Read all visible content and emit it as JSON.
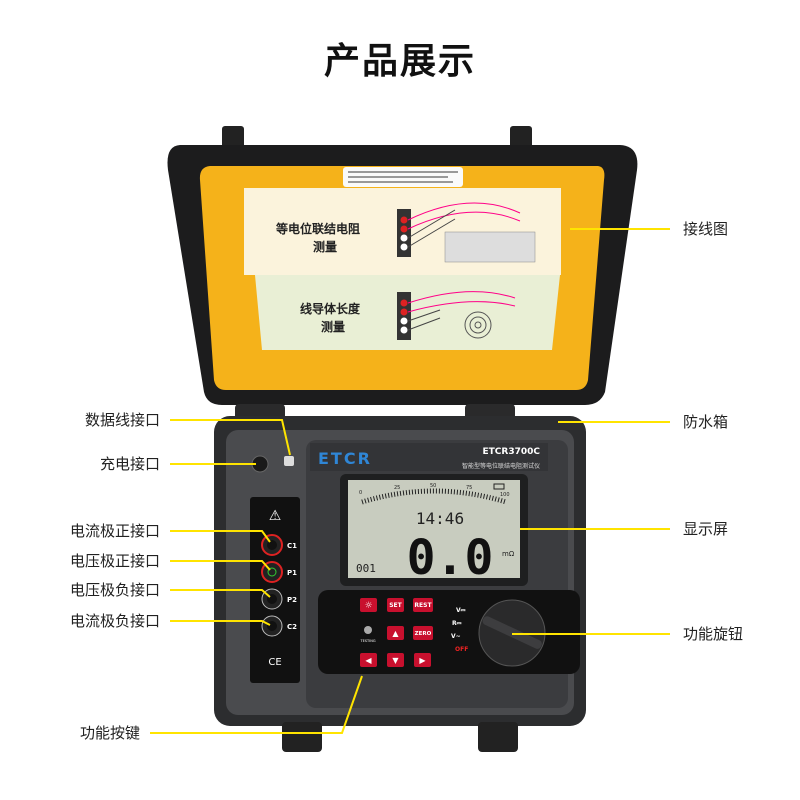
{
  "title": "产品展示",
  "callouts_left": [
    {
      "label": "数据线接口"
    },
    {
      "label": "充电接口"
    },
    {
      "label": "电流极正接口"
    },
    {
      "label": "电压极正接口"
    },
    {
      "label": "电压极负接口"
    },
    {
      "label": "电流极负接口"
    },
    {
      "label": "功能按键"
    }
  ],
  "callouts_right": [
    {
      "label": "接线图"
    },
    {
      "label": "防水箱"
    },
    {
      "label": "显示屏"
    },
    {
      "label": "功能旋钮"
    }
  ],
  "lid_panel": {
    "top_caption_line1": "等电位联结电阻",
    "top_caption_line2": "测量",
    "bottom_caption_line1": "线导体长度",
    "bottom_caption_line2": "测量"
  },
  "device": {
    "brand": "ETCR",
    "model": "ETCR3700C",
    "subtitle": "智能型等电位联结电阻测试仪",
    "terminals": [
      "C1",
      "P1",
      "P2",
      "C2"
    ],
    "lcd": {
      "scale_ticks": [
        "0",
        "25",
        "50",
        "75",
        "100"
      ],
      "time": "14:46",
      "reading": "0.0",
      "unit": "mΩ",
      "index": "001"
    },
    "buttons": [
      "☼",
      "SET",
      "REST",
      "▲",
      "ZERO",
      "◀",
      "▼",
      "▶"
    ],
    "testing_label": "TESTING",
    "knob_positions": [
      "V⎓",
      "R⎓",
      "V~",
      "OFF"
    ]
  },
  "colors": {
    "callout_line": "#ffe400",
    "case": "#333436",
    "lid_panel": "#f5b21a",
    "lcd": "#c8ccbf",
    "button": "#c8102e",
    "brand": "#2f86d6"
  }
}
